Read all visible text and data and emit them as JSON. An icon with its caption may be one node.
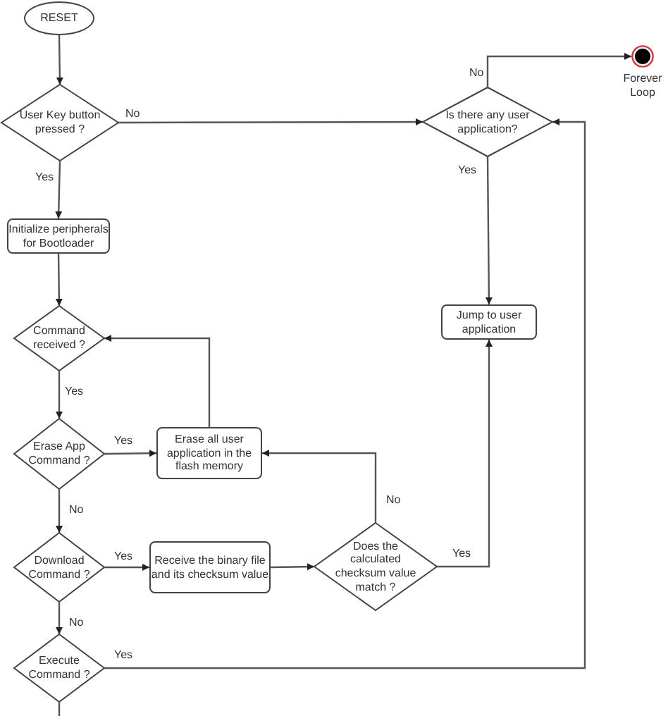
{
  "diagram": {
    "nodes": [
      {
        "text": [
          "RESET"
        ]
      },
      {
        "text": [
          "User Key button pressed ?"
        ]
      },
      {
        "text": [
          "Initialize peripherals for Bootloader"
        ]
      },
      {
        "text": [
          "Command received ?"
        ]
      },
      {
        "text": [
          "Erase App Command ?"
        ]
      },
      {
        "text": [
          "Erase all user application in the flash memory"
        ]
      },
      {
        "text": [
          "Download Command ?"
        ]
      },
      {
        "text": [
          "Receive the binary file and its checksum value"
        ]
      },
      {
        "text": [
          "Does the calculated checksum value match ?"
        ]
      },
      {
        "text": [
          "Execute Command ?"
        ]
      },
      {
        "text": [
          "Is there any user application?"
        ]
      },
      {
        "text": [],
        "shape": "circle",
        "beside": [
          "Forever Loop"
        ]
      },
      {
        "text": [
          "Jump to user application"
        ]
      }
    ],
    "edges": [
      {
        "from": 0,
        "to": 1,
        "arrow": "to"
      },
      {
        "from": 1,
        "to": 10,
        "arrow": "to",
        "label": "No"
      },
      {
        "from": 1,
        "to": 2,
        "arrow": "to",
        "label": "Yes"
      },
      {
        "from": 2,
        "to": 3,
        "arrow": "to"
      },
      {
        "from": 3,
        "to": 4,
        "arrow": "to",
        "label": "Yes"
      },
      {
        "from": 4,
        "to": 5,
        "arrow": "to",
        "label": "Yes"
      },
      {
        "from": 4,
        "to": 6,
        "arrow": "to",
        "label": "No"
      },
      {
        "from": 5,
        "to": 3,
        "arrow": "to"
      },
      {
        "from": 6,
        "to": 7,
        "arrow": "to",
        "label": "Yes"
      },
      {
        "from": 7,
        "to": 8,
        "arrow": "to"
      },
      {
        "from": 8,
        "to": 5,
        "arrow": "to",
        "label": "No"
      },
      {
        "from": 8,
        "to": 12,
        "arrow": "to",
        "label": "Yes"
      },
      {
        "from": 6,
        "to": 9,
        "arrow": "to",
        "label": "No"
      },
      {
        "from": 9,
        "to": 10,
        "arrow": "to",
        "label": "Yes"
      },
      {
        "from": 10,
        "to": 11,
        "arrow": "to",
        "label": "No"
      },
      {
        "from": 10,
        "to": 12,
        "arrow": "to",
        "label": "Yes"
      },
      {
        "from": 9,
        "to": null,
        "arrow": "none"
      }
    ]
  }
}
